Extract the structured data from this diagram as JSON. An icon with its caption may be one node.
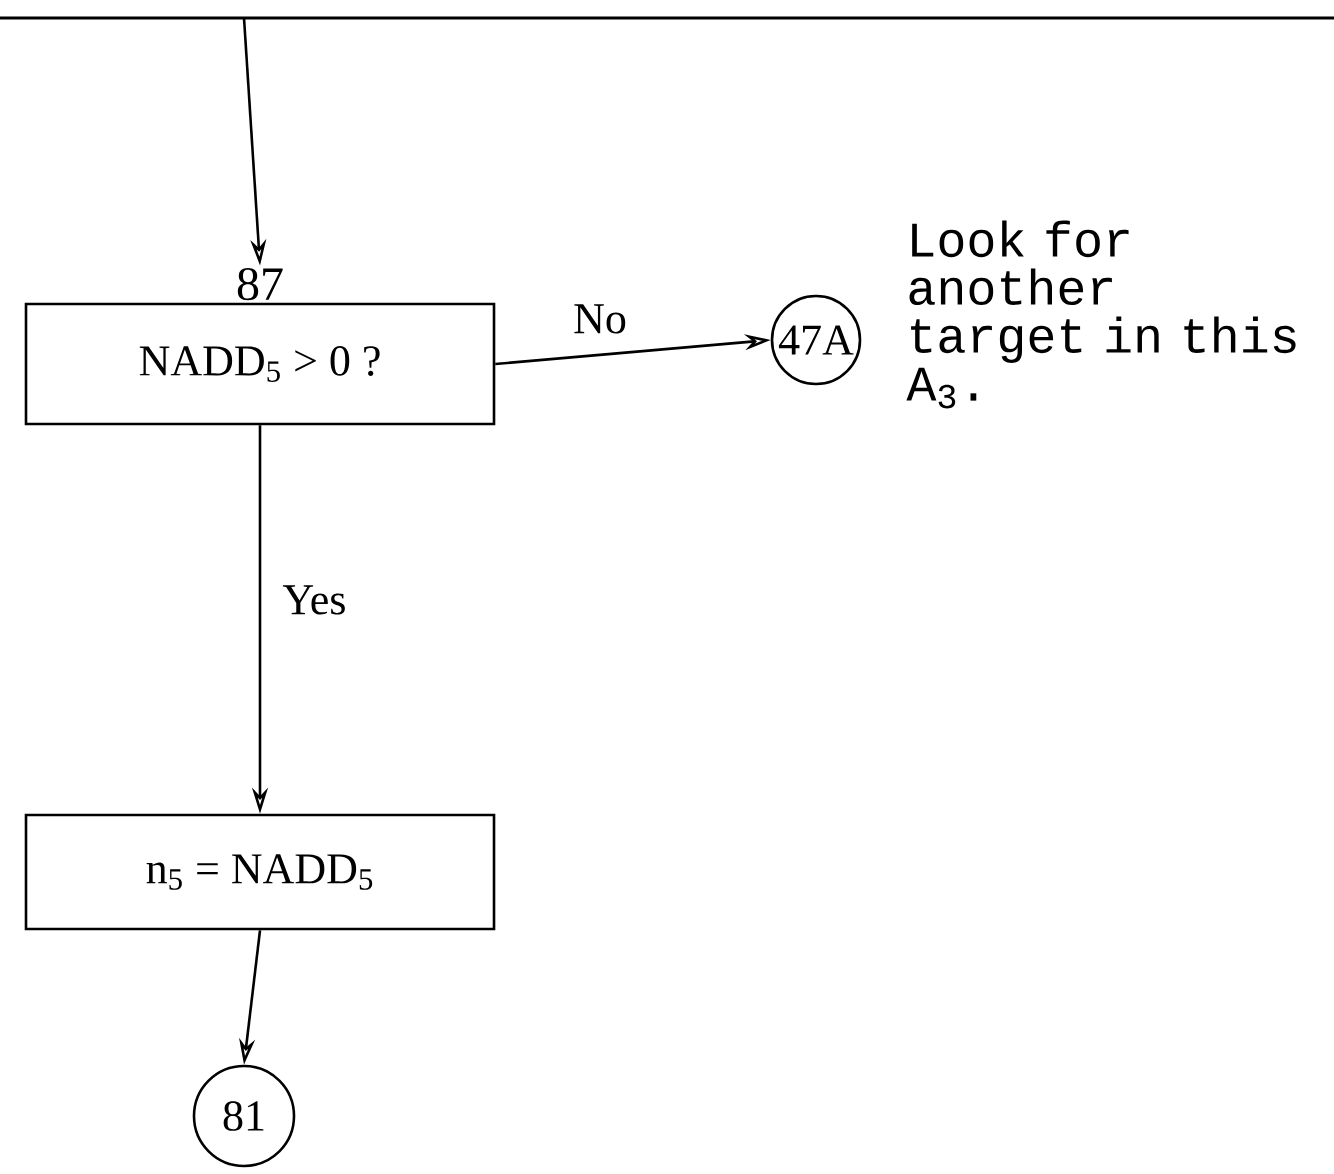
{
  "diagram": {
    "nodes": [
      {
        "text": [
          "87",
          "NADD$_{5}$ > 0 ?"
        ]
      },
      {
        "text": [
          "47A"
        ]
      },
      {
        "text": [
          "n$_{5}$ = NADD$_{5}$"
        ]
      },
      {
        "text": [
          "81"
        ]
      }
    ],
    "edges": [
      {
        "from": null,
        "to": 0,
        "arrow": "to"
      },
      {
        "from": 0,
        "to": 1,
        "arrow": "to",
        "label": "No"
      },
      {
        "from": 0,
        "to": 2,
        "arrow": "to",
        "label": "Yes"
      },
      {
        "from": 2,
        "to": 3,
        "arrow": "to"
      }
    ],
    "labels": [
      "Look for another target in this A$_{3}$."
    ]
  }
}
